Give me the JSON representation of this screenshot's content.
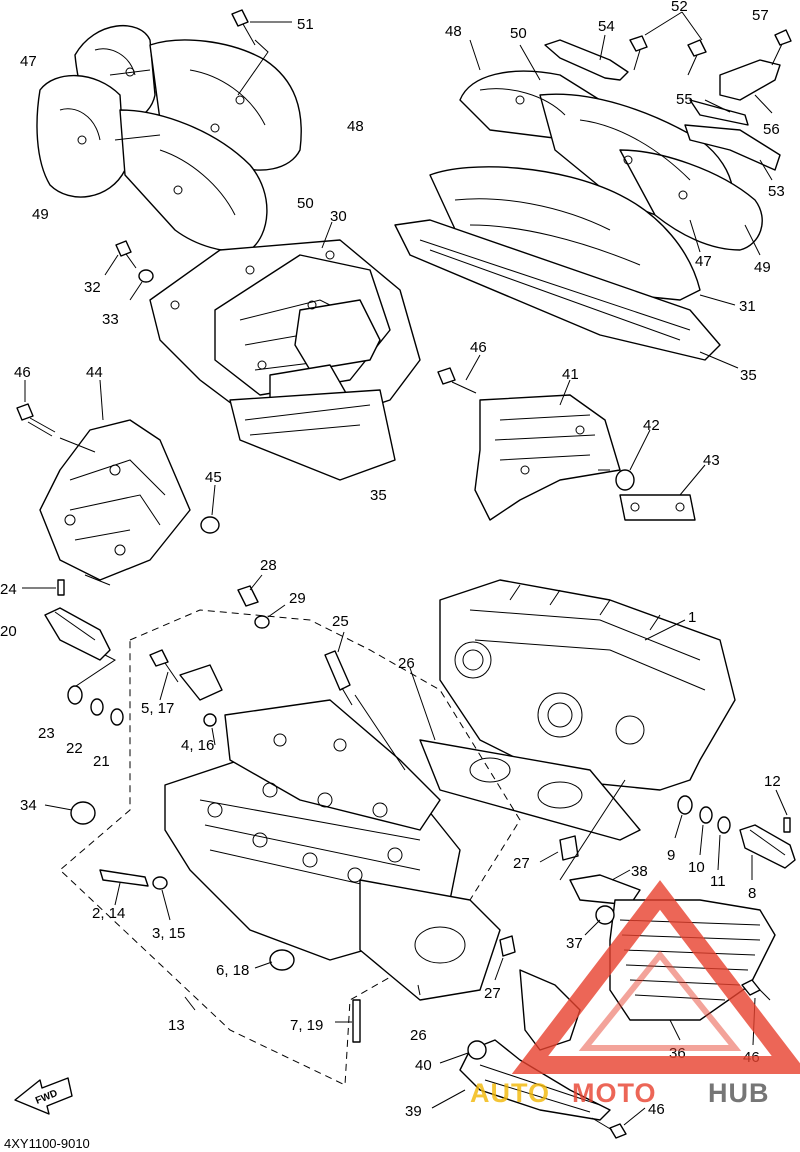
{
  "labels": {
    "p1": "1",
    "p2_14": "2, 14",
    "p3_15": "3, 15",
    "p4_16": "4, 16",
    "p5_17": "5, 17",
    "p6_18": "6, 18",
    "p7_19": "7, 19",
    "p8": "8",
    "p9": "9",
    "p10": "10",
    "p11": "11",
    "p12": "12",
    "p13": "13",
    "p20": "20",
    "p21": "21",
    "p22": "22",
    "p23": "23",
    "p24": "24",
    "p25": "25",
    "p26": "26",
    "p27": "27",
    "p28": "28",
    "p29": "29",
    "p30": "30",
    "p31": "31",
    "p32": "32",
    "p33": "33",
    "p34": "34",
    "p35": "35",
    "p36": "36",
    "p37": "37",
    "p38": "38",
    "p39": "39",
    "p40": "40",
    "p41": "41",
    "p42": "42",
    "p43": "43",
    "p44": "44",
    "p45": "45",
    "p46": "46",
    "p47": "47",
    "p48": "48",
    "p49": "49",
    "p50": "50",
    "p51": "51",
    "p52": "52",
    "p53": "53",
    "p54": "54",
    "p55": "55",
    "p56": "56",
    "p57": "57"
  },
  "fwd_label": "FWD",
  "diagram_code": "4XY1100-9010",
  "watermark": {
    "part1": "AUTO",
    "part2": "MOTO",
    "part3": "HUB",
    "color_primary": "#e8412e",
    "color_secondary": "#f2b705",
    "color_dark": "#555555"
  }
}
